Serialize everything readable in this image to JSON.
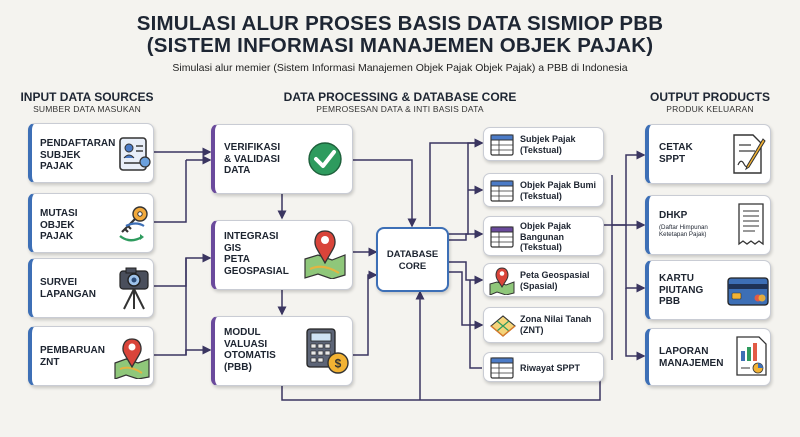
{
  "header": {
    "title_line1": "SIMULASI ALUR PROSES BASIS DATA SISMIOP PBB",
    "title_line2": "(SISTEM INFORMASI MANAJEMEN OBJEK PAJAK)",
    "subtitle": "Simulasi alur memier (Sistem Informasi Manajemen Objek Pajak Objek Pajak) a PBB di Indonesia"
  },
  "sections": {
    "input": {
      "title": "INPUT DATA SOURCES",
      "subtitle": "SUMBER DATA MASUKAN"
    },
    "processing": {
      "title": "DATA PROCESSING & DATABASE CORE",
      "subtitle": "PEMROSESAN DATA & INTI BASIS DATA"
    },
    "output": {
      "title": "OUTPUT PRODUCTS",
      "subtitle": "PRODUK KELUARAN"
    }
  },
  "inputs": [
    {
      "l1": "PENDAFTARAN",
      "l2": "SUBJEK",
      "l3": "PAJAK",
      "icon": "id-card-icon"
    },
    {
      "l1": "MUTASI",
      "l2": "OBJEK",
      "l3": "PAJAK",
      "icon": "key-exchange-icon"
    },
    {
      "l1": "SURVEI",
      "l2": "LAPANGAN",
      "l3": "",
      "icon": "camera-tripod-icon"
    },
    {
      "l1": "PEMBARUAN",
      "l2": "ZNT",
      "l3": "",
      "icon": "map-pin-icon"
    }
  ],
  "processes": [
    {
      "l1": "VERIFIKASI",
      "l2": "& VALIDASI",
      "l3": "DATA",
      "l4": "",
      "icon": "check-circle-icon"
    },
    {
      "l1": "INTEGRASI",
      "l2": "GIS",
      "l3": "PETA",
      "l4": "GEOSPASIAL",
      "icon": "gis-map-icon"
    },
    {
      "l1": "MODUL",
      "l2": "VALUASI",
      "l3": "OTOMATIS",
      "l4": "(PBB)",
      "icon": "calculator-coin-icon"
    }
  ],
  "core": {
    "l1": "DATABASE",
    "l2": "CORE"
  },
  "tables": [
    {
      "l1": "Subjek Pajak",
      "l2": "(Tekstual)",
      "l3": "",
      "icon": "table-icon"
    },
    {
      "l1": "Objek Pajak Bumi",
      "l2": "(Tekstual)",
      "l3": "",
      "icon": "table-icon"
    },
    {
      "l1": "Objek Pajak",
      "l2": "Bangunan",
      "l3": "(Tekstual)",
      "icon": "table-icon"
    },
    {
      "l1": "Peta Geospasial",
      "l2": "(Spasial)",
      "l3": "",
      "icon": "map-pin-icon"
    },
    {
      "l1": "Zona Nilai Tanah",
      "l2": "(ZNT)",
      "l3": "",
      "icon": "zone-grid-icon"
    },
    {
      "l1": "Riwayat SPPT",
      "l2": "",
      "l3": "",
      "icon": "table-icon"
    }
  ],
  "outputs": [
    {
      "l1": "CETAK",
      "l2": "SPPT",
      "l3": "",
      "note": "",
      "icon": "signed-document-icon"
    },
    {
      "l1": "DHKP",
      "l2": "",
      "l3": "",
      "note": "(Daftar Himpunan Ketetapan Pajak)",
      "icon": "receipt-icon"
    },
    {
      "l1": "KARTU",
      "l2": "PIUTANG",
      "l3": "PBB",
      "note": "",
      "icon": "credit-card-icon"
    },
    {
      "l1": "LAPORAN",
      "l2": "MANAJEMEN",
      "l3": "",
      "note": "",
      "icon": "report-chart-icon"
    }
  ],
  "colors": {
    "blue_accent": "#3d6fb6",
    "purple_accent": "#6a4a9c",
    "arrow": "#3a3560",
    "background": "#f4f3ef"
  }
}
